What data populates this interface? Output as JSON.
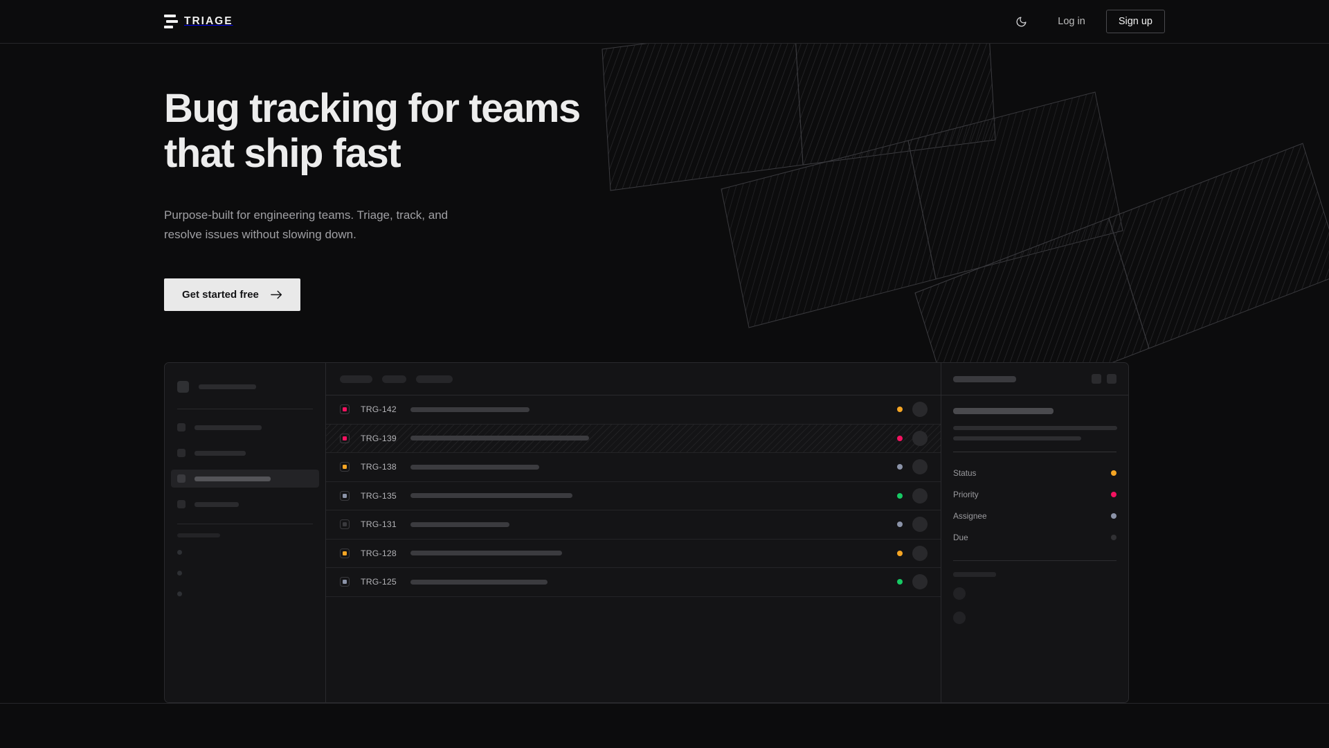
{
  "header": {
    "brand_name": "TRIAGE",
    "brand_icon": "stacked-bars-logo-icon",
    "theme_toggle_icon": "moon-icon",
    "login_label": "Log in",
    "signup_label": "Sign up"
  },
  "hero": {
    "title": "Bug tracking for teams\nthat ship fast",
    "subtitle": "Purpose-built for engineering teams. Triage, track, and\nresolve issues without slowing down.",
    "cta_label": "Get started free",
    "cta_icon": "arrow-right-icon"
  },
  "colors": {
    "page_bg": "#0c0c0d",
    "panel_bg": "#141416",
    "border": "#2a2a2d",
    "text_primary": "#ededed",
    "text_muted": "#a0a0a4",
    "cta_bg": "#e9e9e9",
    "status_orange": "#f5a524",
    "status_pink": "#f31260",
    "status_green": "#17c964",
    "status_slate": "#8b93a8",
    "status_none": "#3a3a3e"
  },
  "app_mock": {
    "sidebar": {
      "nav_item_count": 4,
      "active_nav_index": 2,
      "footer_dot_count": 3
    },
    "list": {
      "toolbar_chip_count": 3,
      "rows": [
        {
          "id": "TRG-142",
          "badge_color": "#f31260",
          "status_color": "#f5a524",
          "title_width": 172,
          "selected": false
        },
        {
          "id": "TRG-139",
          "badge_color": "#f31260",
          "status_color": "#f31260",
          "title_width": 258,
          "selected": true
        },
        {
          "id": "TRG-138",
          "badge_color": "#f5a524",
          "status_color": "#8b93a8",
          "title_width": 186,
          "selected": false
        },
        {
          "id": "TRG-135",
          "badge_color": "#8b93a8",
          "status_color": "#17c964",
          "title_width": 234,
          "selected": false
        },
        {
          "id": "TRG-131",
          "badge_color": "#3a3a3e",
          "status_color": "#8b93a8",
          "title_width": 143,
          "selected": false
        },
        {
          "id": "TRG-128",
          "badge_color": "#f5a524",
          "status_color": "#f5a524",
          "title_width": 219,
          "selected": false
        },
        {
          "id": "TRG-125",
          "badge_color": "#8b93a8",
          "status_color": "#17c964",
          "title_width": 198,
          "selected": false
        }
      ]
    },
    "detail": {
      "fields": [
        {
          "label": "Status",
          "dot_color": "#f5a524"
        },
        {
          "label": "Priority",
          "dot_color": "#f31260"
        },
        {
          "label": "Assignee",
          "dot_color": "#8b93a8"
        },
        {
          "label": "Due",
          "dot_color": "#313134"
        }
      ],
      "header_button_count": 2,
      "comment_count": 2,
      "body_line_widths": [
        237,
        185
      ]
    }
  }
}
